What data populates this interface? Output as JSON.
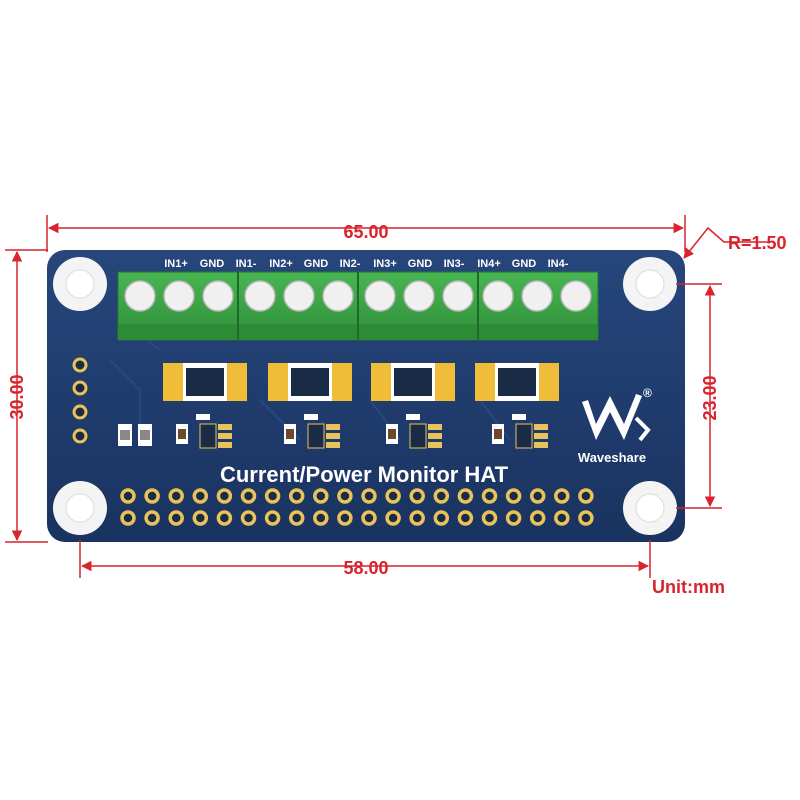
{
  "dimensions": {
    "board_width": "65.00",
    "hole_spacing_horizontal": "58.00",
    "board_height": "30.00",
    "hole_spacing_vertical": "23.00",
    "corner_radius": "R=1.50",
    "unit": "Unit:mm"
  },
  "board": {
    "title": "Current/Power Monitor HAT",
    "brand": "Waveshare",
    "logo_text": "W",
    "registered_mark": "®",
    "terminal_labels": [
      "IN1+",
      "GND",
      "IN1-",
      "IN2+",
      "GND",
      "IN2-",
      "IN3+",
      "GND",
      "IN3-",
      "IN4+",
      "GND",
      "IN4-"
    ]
  },
  "colors": {
    "dimension": "#d9232d",
    "pcb": "#1f3a6b",
    "terminal": "#3aa845",
    "pad": "#e8c25a",
    "background": "#ffffff"
  }
}
